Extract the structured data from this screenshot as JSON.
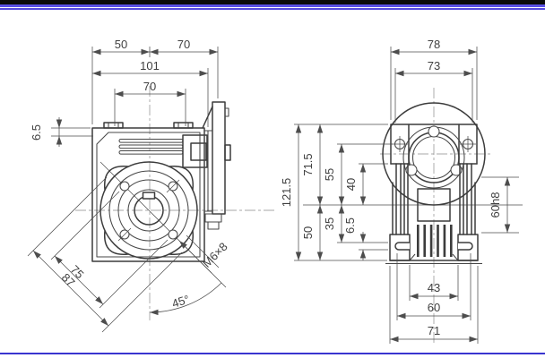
{
  "meta": {
    "description": "Two-view dimensioned engineering drawing of an NMRV-style worm gear reducer",
    "background": "#ffffff",
    "line_color": "#3c3c3c",
    "dimension_color": "#4d4d4d",
    "top_bar_color": "#0b0b0b",
    "top_accent_color": "#5b51e6",
    "bottom_accent_color": "#3a34cf"
  },
  "views": {
    "front": {
      "label": "front-view",
      "dims": {
        "worm_to_left": "50",
        "worm_to_flange": "70",
        "overall_width": "101",
        "face_width": "70",
        "top_lip": "6.5",
        "bolt_diagonal": "75",
        "corner_diagonal": "87",
        "tapped_hole": "M6×8",
        "bolt_angle": "45°"
      }
    },
    "side": {
      "label": "side-view",
      "dims": {
        "flange_overall": "78",
        "flange_width": "73",
        "overall_height": "121.5",
        "axis_to_top": "71.5",
        "lug_hole_to_axis": "55",
        "flange_foot_to_axis": "40",
        "axis_to_base": "50",
        "axis_to_slot": "35",
        "slot_height": "6.5",
        "spigot": "60h8",
        "feet_inner_span": "43",
        "slot_span": "60",
        "feet_outer_span": "71"
      }
    }
  }
}
